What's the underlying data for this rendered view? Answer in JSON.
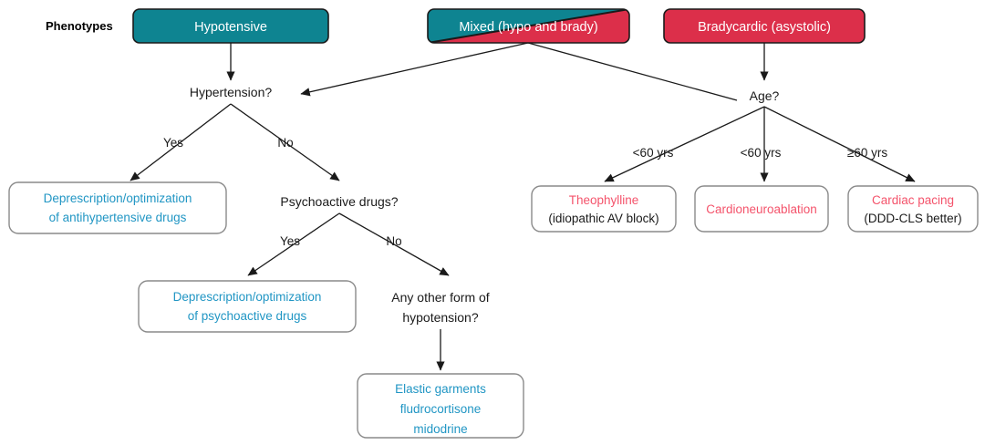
{
  "diagram": {
    "title_label": "Phenotypes",
    "colors": {
      "teal": "#0e8491",
      "crimson": "#dc2f4a",
      "teal_text": "#2196c4",
      "red_text": "#f4536b",
      "box_border": "#8a8a8a",
      "line": "#1a1a1a",
      "white": "#ffffff"
    },
    "phenotypes": [
      {
        "id": "hypotensive",
        "label": "Hypotensive",
        "fill": "teal"
      },
      {
        "id": "mixed",
        "label": "Mixed (hypo and brady)",
        "fill": "split-teal-crimson"
      },
      {
        "id": "bradycardic",
        "label": "Bradycardic (asystolic)",
        "fill": "crimson"
      }
    ],
    "decisions": [
      {
        "id": "hypertension",
        "label": "Hypertension?"
      },
      {
        "id": "psychoactive",
        "label": "Psychoactive drugs?"
      },
      {
        "id": "other-hypotension",
        "line1": "Any other form of",
        "line2": "hypotension?"
      },
      {
        "id": "age",
        "label": "Age?"
      }
    ],
    "edge_labels": [
      {
        "id": "hypertension-yes",
        "label": "Yes"
      },
      {
        "id": "hypertension-no",
        "label": "No"
      },
      {
        "id": "psychoactive-yes",
        "label": "Yes"
      },
      {
        "id": "psychoactive-no",
        "label": "No"
      },
      {
        "id": "age-under60-left",
        "label": "<60 yrs"
      },
      {
        "id": "age-under60-mid",
        "label": "<60 yrs"
      },
      {
        "id": "age-over60",
        "label": "≥60 yrs"
      }
    ],
    "treatments": [
      {
        "id": "antihypertensive",
        "lines": [
          {
            "text": "Deprescription/optimization",
            "color": "teal"
          },
          {
            "text": "of antihypertensive drugs",
            "color": "teal"
          }
        ]
      },
      {
        "id": "psychoactive-deprescription",
        "lines": [
          {
            "text": "Deprescription/optimization",
            "color": "teal"
          },
          {
            "text": "of psychoactive drugs",
            "color": "teal"
          }
        ]
      },
      {
        "id": "elastic-garments",
        "lines": [
          {
            "text": "Elastic garments",
            "color": "teal"
          },
          {
            "text": "fludrocortisone",
            "color": "teal"
          },
          {
            "text": "midodrine",
            "color": "teal"
          }
        ]
      },
      {
        "id": "theophylline",
        "lines": [
          {
            "text": "Theophylline",
            "color": "red"
          },
          {
            "text": "(idiopathic AV block)",
            "color": "black"
          }
        ]
      },
      {
        "id": "cardioneuroablation",
        "lines": [
          {
            "text": "Cardioneuroablation",
            "color": "red"
          }
        ]
      },
      {
        "id": "cardiac-pacing",
        "lines": [
          {
            "text": "Cardiac pacing",
            "color": "red"
          },
          {
            "text": "(DDD-CLS better)",
            "color": "black"
          }
        ]
      }
    ]
  }
}
